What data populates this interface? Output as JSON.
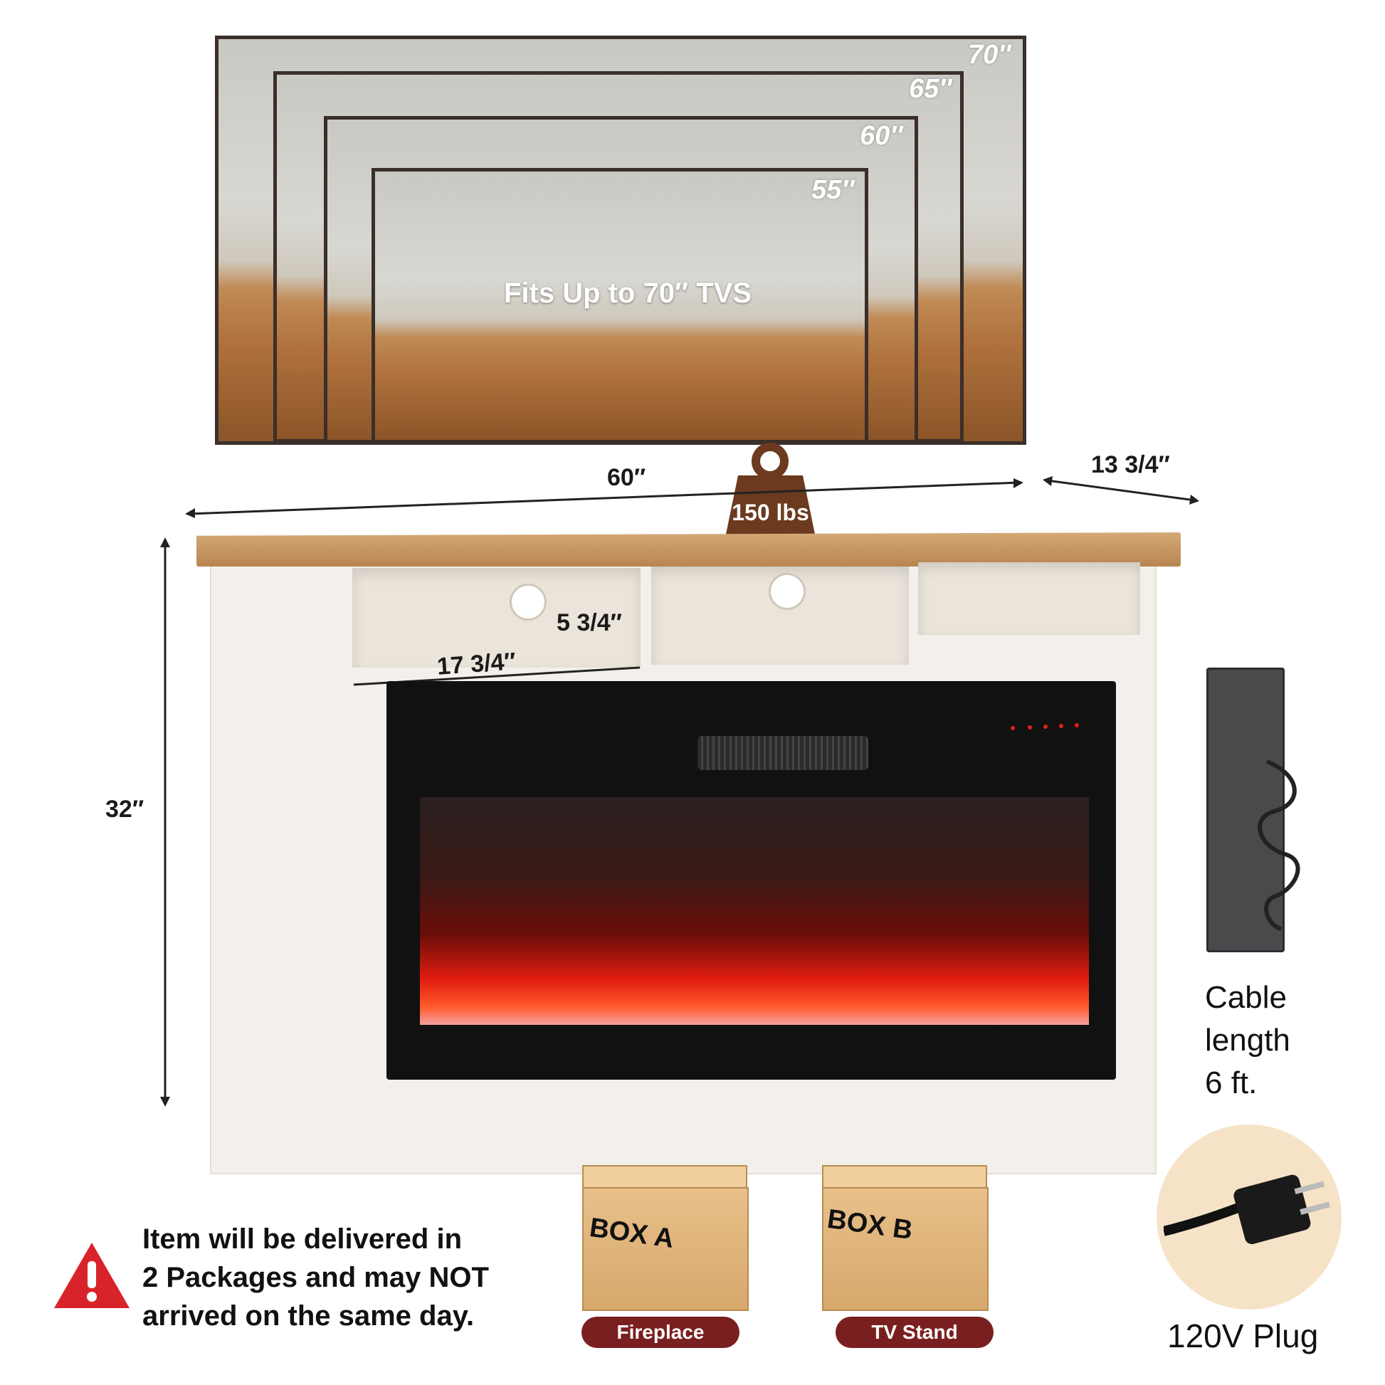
{
  "tv": {
    "sizes": [
      "70″",
      "65″",
      "60″",
      "55″"
    ],
    "headline": "Fits Up to 70″ TVS"
  },
  "weight": {
    "label": "150 lbs"
  },
  "dimensions": {
    "width": "60″",
    "depth": "13 3/4″",
    "height": "32″",
    "shelf_height": "5 3/4″",
    "shelf_width": "17 3/4″"
  },
  "cable": {
    "line1": "Cable",
    "line2": "length",
    "line3": "6 ft."
  },
  "plug": {
    "label": "120V Plug"
  },
  "boxes": [
    {
      "label": "BOX A",
      "tag": "Fireplace"
    },
    {
      "label": "BOX B",
      "tag": "TV Stand"
    }
  ],
  "notice": {
    "line1": "Item will be delivered in",
    "line2": "2 Packages and may NOT",
    "line3": "arrived on the same day."
  },
  "colors": {
    "tag_bg": "#7a1f1f",
    "weight_icon": "#6b3a1f",
    "warning": "#d8232a",
    "countertop": "#c89a66"
  }
}
